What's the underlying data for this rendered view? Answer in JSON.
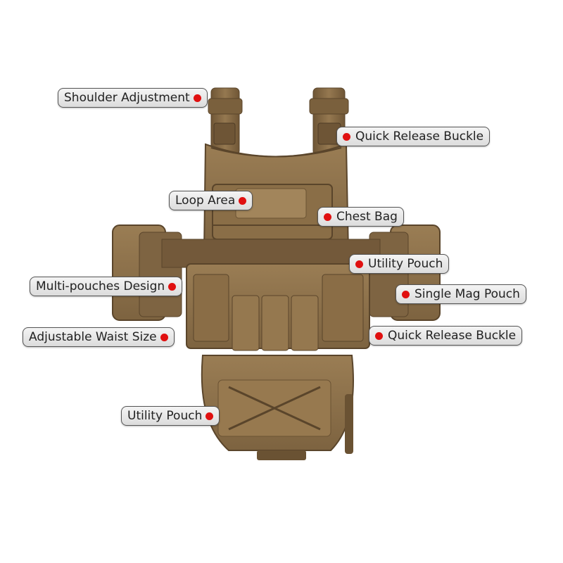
{
  "image": {
    "subject": "Tactical plate carrier vest",
    "vest_color": "#8b6f48",
    "dot_color": "#e01010"
  },
  "labels": {
    "shoulder_adjustment": "Shoulder Adjustment",
    "quick_release_buckle_top": "Quick Release Buckle",
    "loop_area": "Loop Area",
    "chest_bag": "Chest Bag",
    "utility_pouch_top": "Utility Pouch",
    "multi_pouches_design": "Multi-pouches Design",
    "single_mag_pouch": "Single Mag Pouch",
    "adjustable_waist_size": "Adjustable Waist Size",
    "quick_release_buckle_bottom": "Quick Release Buckle",
    "utility_pouch_bottom": "Utility Pouch"
  }
}
